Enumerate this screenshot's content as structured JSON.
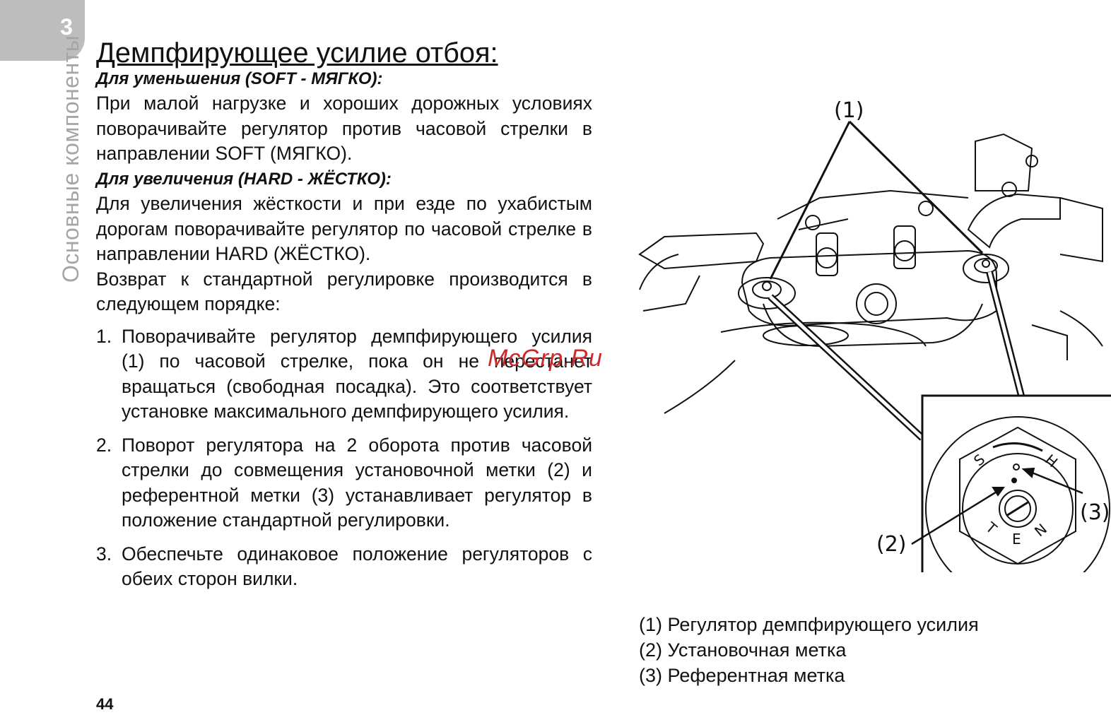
{
  "chapter": {
    "number": "3",
    "label": "Основные компоненты"
  },
  "content": {
    "section_title": "Демпфирующее усилие отбоя:",
    "decrease_heading": "Для уменьшения (SOFT - МЯГКО):",
    "decrease_text": "При малой нагрузке и хороших дорожных условиях поворачивайте регулятор против часовой стрелки в направлении SOFT (МЯГКО).",
    "increase_heading": "Для увеличения (HARD - ЖЁСТКО):",
    "increase_text": "Для увеличения жёсткости и при езде по ухабистым дорогам поворачивайте регулятор по часовой стрелке в направлении HARD (ЖЁСТКО).",
    "return_text": "Возврат к стандартной регулировке производится в следующем порядке:",
    "steps": [
      {
        "num": "1.",
        "text": "Поворачивайте регулятор демпфирующего усилия (1) по часовой стрелке, пока он не перестанет вращаться (свободная посадка). Это соответствует установке максимального демпфирующего усилия."
      },
      {
        "num": "2.",
        "text": "Поворот регулятора на 2 оборота против часовой стрелки до совмещения установочной метки (2) и референтной метки (3) устанавливает регулятор в положение стандартной регулировки."
      },
      {
        "num": "3.",
        "text": "Обеспечьте одинаковое положение регуляторов с обеих сторон вилки."
      }
    ]
  },
  "figure": {
    "callout_1": "(1)",
    "callout_2": "(2)",
    "callout_3": "(3)",
    "mark_s": "S",
    "mark_h": "H",
    "mark_t": "T",
    "mark_e": "E",
    "mark_n": "N"
  },
  "legend": [
    "(1) Регулятор демпфирующего усилия",
    "(2) Установочная метка",
    "(3) Референтная метка"
  ],
  "page_number": "44",
  "watermark": "McGrp.Ru"
}
